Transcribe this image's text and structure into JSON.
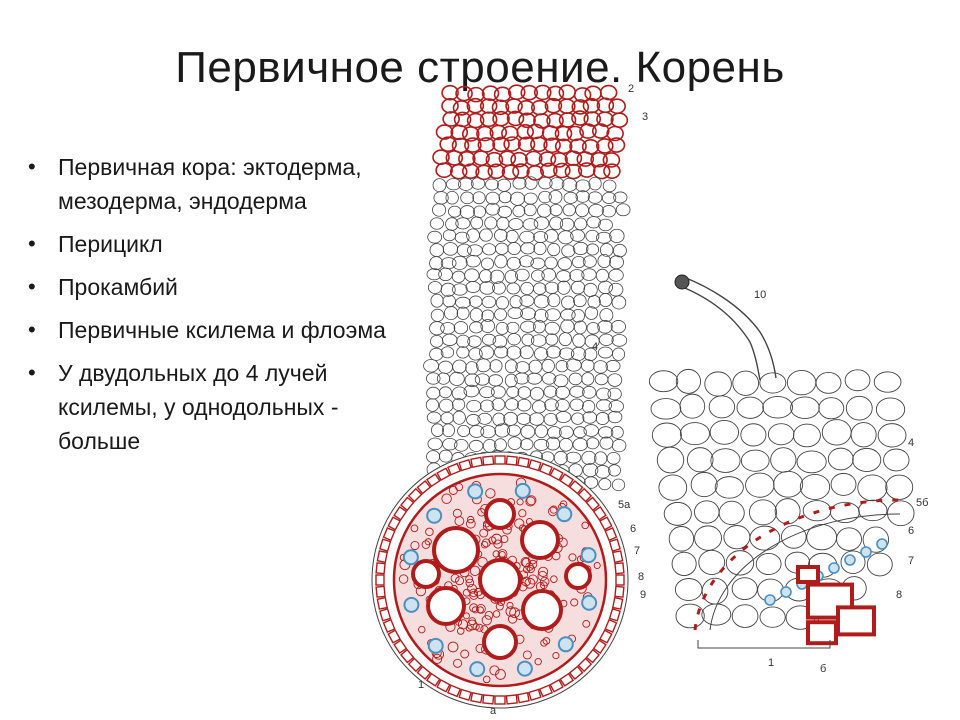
{
  "title": "Первичное строение. Корень",
  "bullets": [
    "Первичная кора: эктодерма, мезодерма, эндодерма",
    "Перицикл",
    "Прокамбий",
    "Первичные ксилема и флоэма",
    "У двудольных до 4 лучей ксилемы, у однодольных - больше"
  ],
  "diagram": {
    "labels_a": [
      "2",
      "3",
      "4",
      "5а",
      "6",
      "7",
      "8",
      "9",
      "1",
      "а"
    ],
    "labels_b": [
      "10",
      "4",
      "5б",
      "6",
      "7",
      "8",
      "1",
      "б"
    ],
    "colors": {
      "xylem": "#b01c1c",
      "phloem": "#4a90c0",
      "cells": "#444444"
    }
  }
}
